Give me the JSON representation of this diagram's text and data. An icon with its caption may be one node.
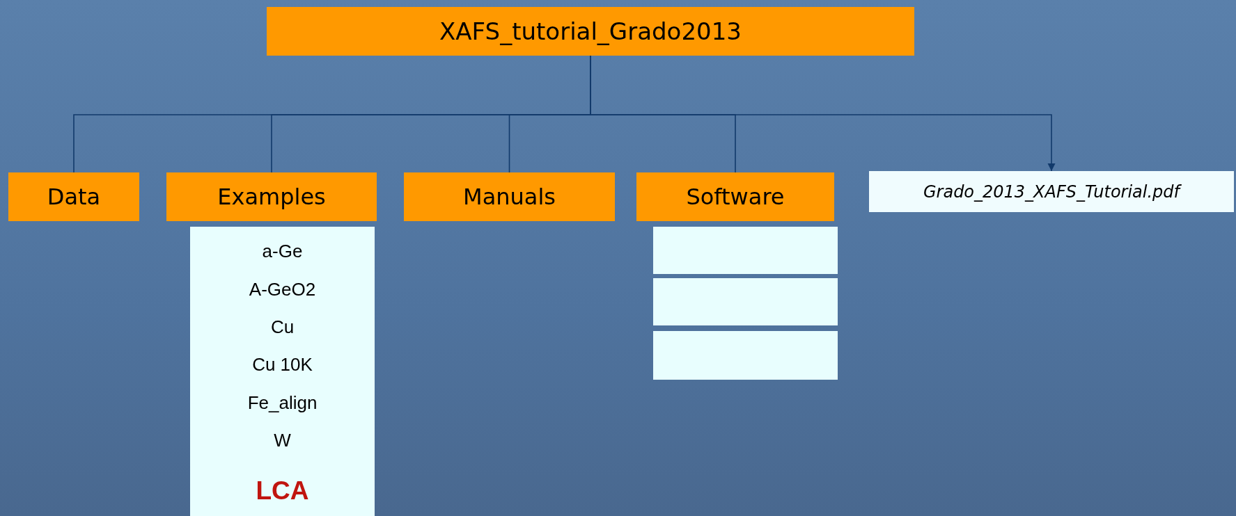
{
  "diagram": {
    "nodes": [
      {
        "text": [
          "XAFS_tutorial_Grado2013"
        ]
      },
      {
        "text": [
          "Data"
        ]
      },
      {
        "text": [
          "Examples"
        ]
      },
      {
        "text": [
          "Manuals"
        ]
      },
      {
        "text": [
          "Software"
        ]
      },
      {
        "text": [
          "Grado_2013_XAFS_Tutorial.pdf"
        ]
      },
      {
        "text": [
          "a-Ge",
          "A-GeO2",
          "Cu",
          "Cu 10K",
          "Fe_align",
          "W",
          "LCA"
        ]
      },
      {
        "text": [],
        "shape": "box"
      },
      {
        "text": [],
        "shape": "box"
      },
      {
        "text": [],
        "shape": "box"
      }
    ],
    "edges": [
      {
        "from": 0,
        "to": 1,
        "arrow": "none"
      },
      {
        "from": 0,
        "to": 2,
        "arrow": "none"
      },
      {
        "from": 0,
        "to": 3,
        "arrow": "none"
      },
      {
        "from": 0,
        "to": 4,
        "arrow": "none"
      },
      {
        "from": 0,
        "to": 5,
        "arrow": "to"
      }
    ]
  }
}
